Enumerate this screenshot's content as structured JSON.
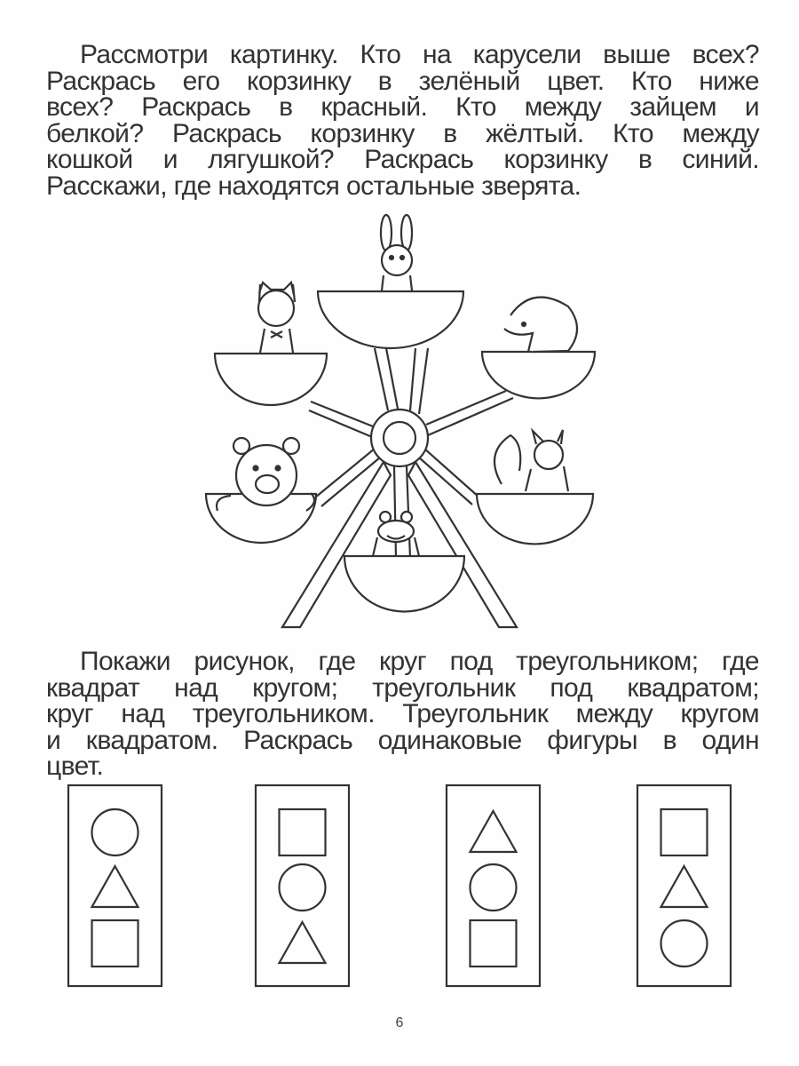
{
  "task1": {
    "lines": [
      "Рассмотри картинку. Кто на карусели выше всех?",
      "Раскрась его корзинку в зелёный цвет. Кто ниже",
      "всех? Раскрась в красный. Кто между зайцем и",
      "белкой? Раскрась корзинку в жёлтый. Кто между",
      "кошкой и лягушкой? Раскрась корзинку в синий.",
      "Расскажи, где находятся остальные зверята."
    ]
  },
  "task2": {
    "lines": [
      "Покажи рисунок, где круг под треугольником; где",
      "квадрат над кругом; треугольник под квадратом;",
      "круг над треугольником. Треугольник между кругом",
      "и квадратом. Раскрась одинаковые фигуры в один",
      "цвет."
    ],
    "cards": [
      [
        "circle",
        "triangle",
        "square"
      ],
      [
        "square",
        "circle",
        "triangle"
      ],
      [
        "triangle",
        "circle",
        "square"
      ],
      [
        "square",
        "triangle",
        "circle"
      ]
    ]
  },
  "page_number": "6"
}
